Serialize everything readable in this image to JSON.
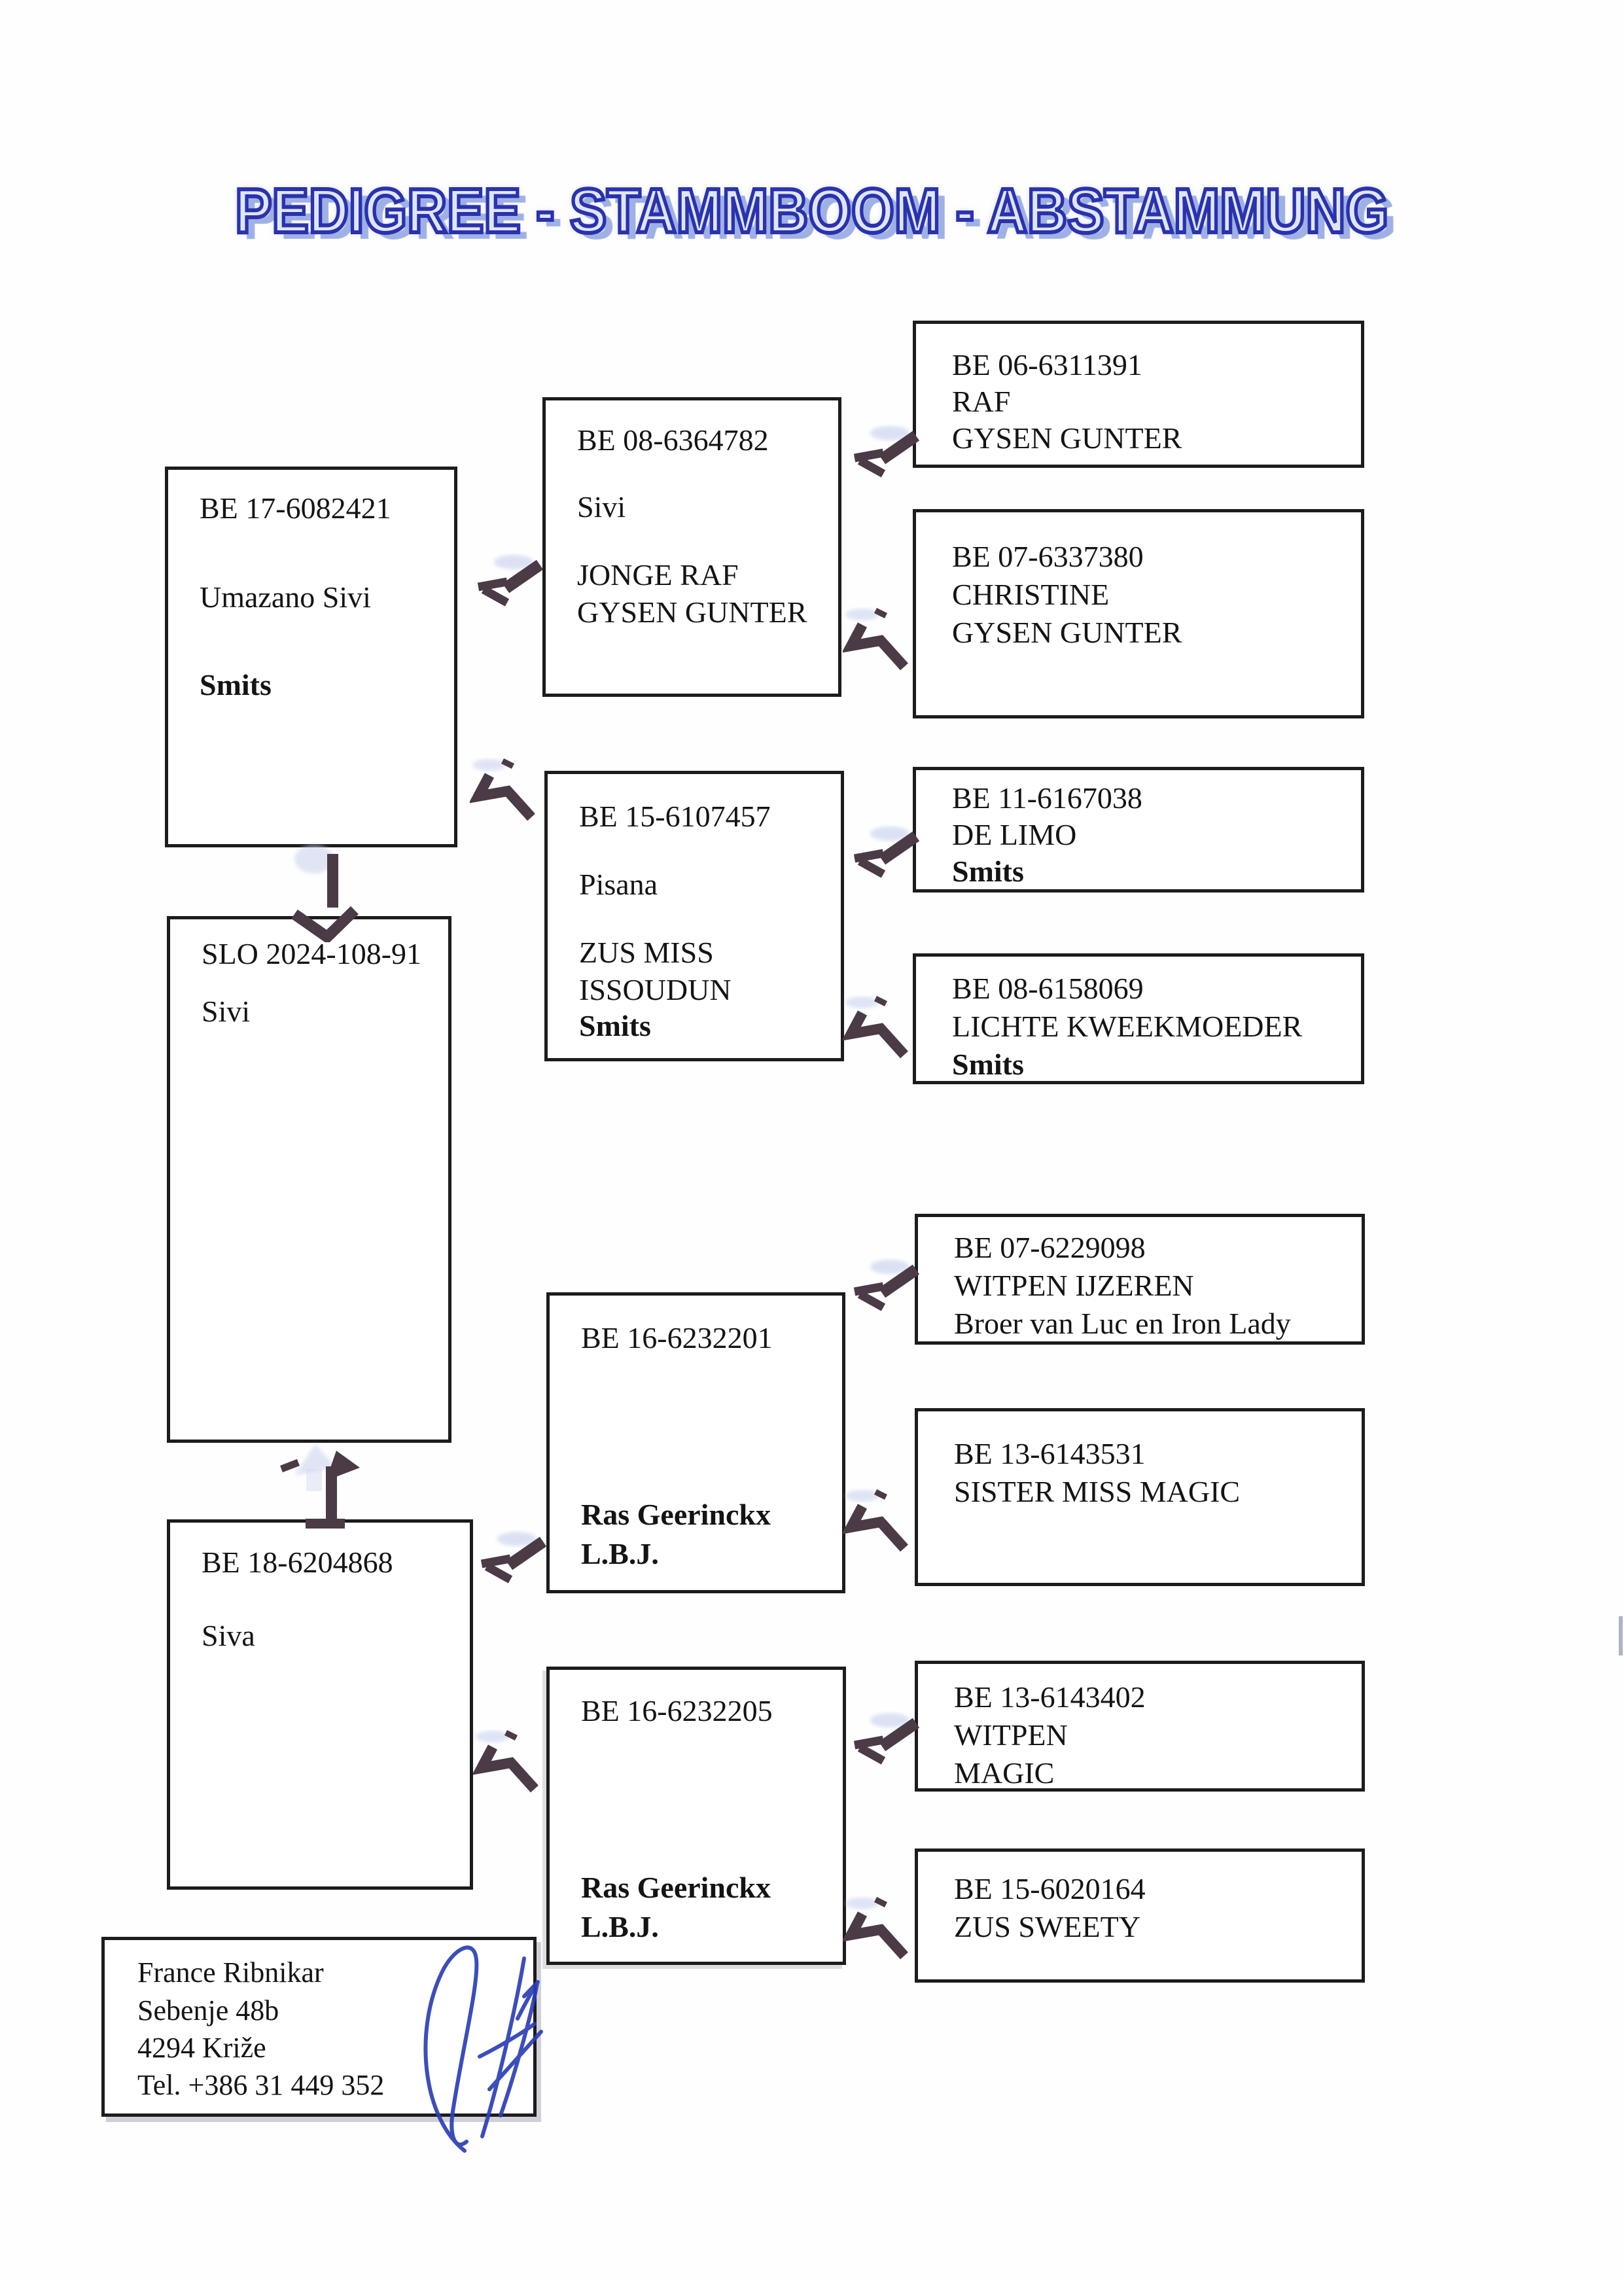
{
  "page": {
    "title": "PEDIGREE - STAMMBOOM - ABSTAMMUNG"
  },
  "boxes": {
    "subject": {
      "ring": "SLO 2024-108-91",
      "name": "Sivi"
    },
    "sire": {
      "ring": "BE 17-6082421",
      "name": "Umazano Sivi",
      "breeder": "Smits"
    },
    "dam": {
      "ring": "BE 18-6204868",
      "name": "Siva"
    },
    "sire_sire": {
      "ring": "BE 08-6364782",
      "name": "Sivi",
      "line3": "JONGE RAF",
      "line4": "GYSEN GUNTER"
    },
    "sire_dam": {
      "ring": "BE 15-6107457",
      "name": "Pisana",
      "line3": "ZUS MISS",
      "line4": "ISSOUDUN",
      "breeder": "Smits"
    },
    "dam_sire": {
      "ring": "BE 16-6232201",
      "breeder1": "Ras Geerinckx",
      "breeder2": "L.B.J."
    },
    "dam_dam": {
      "ring": "BE 16-6232205",
      "breeder1": "Ras Geerinckx",
      "breeder2": "L.B.J."
    },
    "sire_sire_sire": {
      "ring": "BE 06-6311391",
      "line2": "RAF",
      "line3": "GYSEN GUNTER"
    },
    "sire_sire_dam": {
      "ring": "BE 07-6337380",
      "line2": "CHRISTINE",
      "line3": "GYSEN GUNTER"
    },
    "sire_dam_sire": {
      "ring": "BE 11-6167038",
      "line2": "DE LIMO",
      "breeder": "Smits"
    },
    "sire_dam_dam": {
      "ring": "BE 08-6158069",
      "line2": "LICHTE KWEEKMOEDER",
      "breeder": "Smits"
    },
    "dam_sire_sire": {
      "ring": "BE 07-6229098",
      "line2": "WITPEN IJZEREN",
      "line3": "Broer van Luc en Iron Lady"
    },
    "dam_sire_dam": {
      "ring": "BE 13-6143531",
      "line2": "SISTER MISS MAGIC"
    },
    "dam_dam_sire": {
      "ring": "BE 13-6143402",
      "line2": "WITPEN",
      "line3": "MAGIC"
    },
    "dam_dam_dam": {
      "ring": "BE 15-6020164",
      "line2": "ZUS SWEETY"
    }
  },
  "owner": {
    "name": "France Ribnikar",
    "street": "Sebenje 48b",
    "city": "4294 Križe",
    "phone": "Tel. +386 31 449 352"
  },
  "colors": {
    "title_blue": "#2a32ae",
    "title_shadow": "#9fb0e4",
    "arrow_dark": "#4b3b46",
    "highlight_blue": "#b9c6ea",
    "signature_blue": "#2b3fb5",
    "border_black": "#1c1c1c"
  }
}
